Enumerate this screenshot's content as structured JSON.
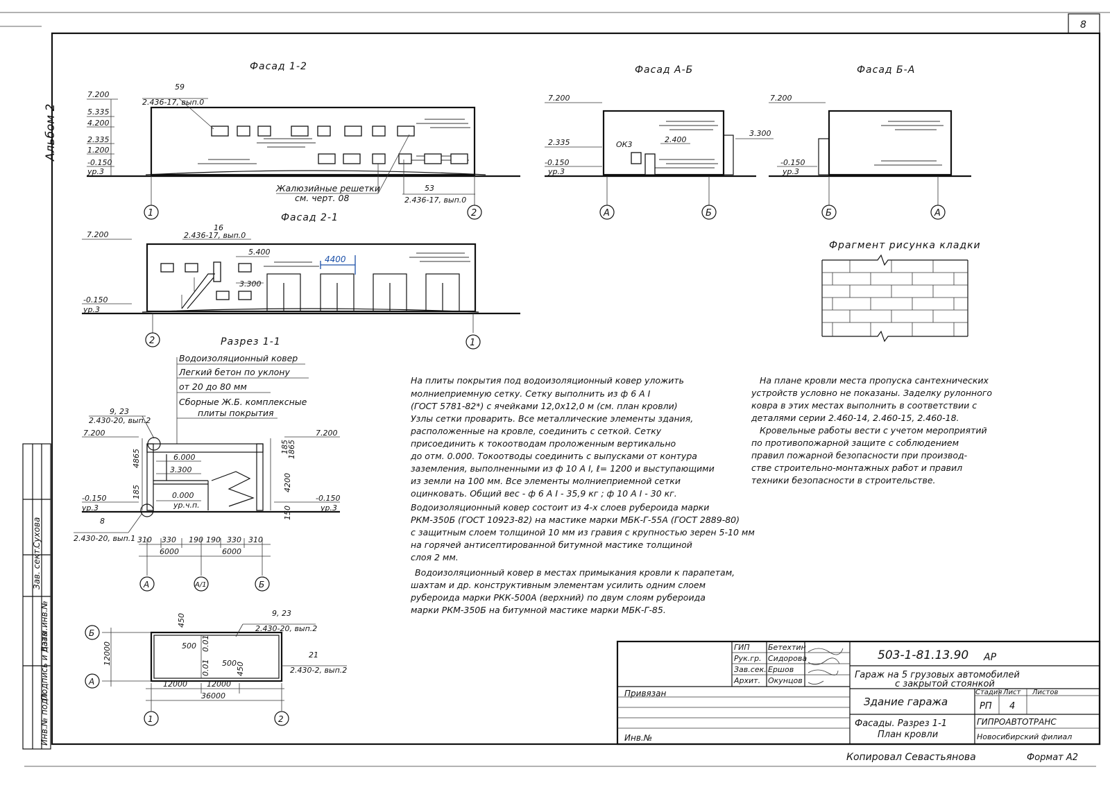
{
  "sheet_number": "8",
  "album_label": "Альбом 2",
  "facades": {
    "f12": {
      "title": "Фасад 1-2",
      "levels": [
        "7.200",
        "5.335",
        "4.200",
        "2.335",
        "1.200",
        "-0.150",
        "ур.3"
      ],
      "top_ref_num": "59",
      "top_ref": "2.436-17, вып.0",
      "bottom_ref_num": "53",
      "bottom_ref": "2.436-17, вып.0",
      "louver_note_1": "Жалюзийные решетки",
      "louver_note_2": "см. черт. 08",
      "axis_left": "1",
      "axis_right": "2"
    },
    "fab": {
      "title": "Фасад А-Б",
      "levels": [
        "7.200",
        "2.335",
        "-0.150",
        "ур.3",
        "3.300",
        "2.400"
      ],
      "window": "ОК3",
      "axis_left": "А",
      "axis_right": "Б"
    },
    "fba": {
      "title": "Фасад Б-А",
      "levels": [
        "7.200",
        "-0.150",
        "ур.3"
      ],
      "axis_left": "Б",
      "axis_right": "А"
    },
    "f21": {
      "title": "Фасад 2-1",
      "levels": [
        "7.200",
        "5.400",
        "3.300",
        "-0.150",
        "ур.3"
      ],
      "ref_num": "16",
      "ref": "2.436-17, вып.0",
      "gate_dim": "4400",
      "axis_left": "2",
      "axis_right": "1"
    }
  },
  "masonry": {
    "title": "Фрагмент рисунка кладки"
  },
  "section": {
    "title": "Разрез 1-1",
    "layers": [
      "Водоизоляционный ковер",
      "Легкий бетон по уклону",
      "от 20 до 80 мм",
      "Сборные Ж.Б. комплексные",
      "плиты покрытия"
    ],
    "node_top_num": "9, 23",
    "node_top_ref": "2.430-20, вып.2",
    "node_bottom_num": "8",
    "node_bottom_ref": "2.430-20, вып.1",
    "levels": [
      "7.200",
      "6.000",
      "3.300",
      "0.000",
      "ур.ч.п.",
      "-0.150",
      "ур.3",
      "7.200",
      "-0.150",
      "ур.3"
    ],
    "vert_dims": [
      "4865",
      "185",
      "185",
      "1865",
      "4200",
      "150"
    ],
    "dims_top": [
      "310",
      "330",
      "190",
      "190",
      "330",
      "310"
    ],
    "dims_bottom": [
      "6000",
      "6000"
    ],
    "axes": [
      "А",
      "А/1",
      "Б"
    ]
  },
  "roof_plan": {
    "node_num": "9, 23",
    "node_ref": "2.430-20, вып.2",
    "side_num": "21",
    "side_ref": "2.430-2, вып.2",
    "dims_inner": [
      "450",
      "500",
      "500",
      "450",
      "0.01",
      "0.01"
    ],
    "dims_bottom": [
      "12000",
      "12000",
      "36000"
    ],
    "dim_side": "12000",
    "axes_rows": [
      "Б",
      "А"
    ],
    "axes_cols": [
      "1",
      "2"
    ]
  },
  "notes_main": [
    "На плиты покрытия под водоизоляционный ковер уложить",
    "молниеприемную сетку. Сетку выполнить из ф 6 А I",
    "(ГОСТ 5781-82*) с ячейками 12,0х12,0 м (см. план кровли)",
    "Узлы сетки проварить. Все металлические элементы здания,",
    "расположенные на кровле, соединить с сеткой. Сетку",
    "присоединить к токоотводам проложенным вертикально",
    "до отм. 0.000. Токоотводы соединить с выпусками от контура",
    "заземления, выполненными из ф 10 А I, ℓ= 1200 и выступающими",
    "из земли на 100 мм. Все элементы молниеприемной сетки",
    "оцинковать. Общий вес - ф 6 А I - 35,9 кг ; ф 10 А I - 30 кг.",
    "Водоизоляционный ковер состоит из 4-х слоев рубероида марки",
    "РКМ-350Б (ГОСТ 10923-82) на мастике марки МБК-Г-55А (ГОСТ 2889-80)",
    "с защитным слоем толщиной 10 мм из гравия с крупностью зерен 5-10 мм",
    "на горячей антисептированной битумной мастике толщиной",
    "слоя 2 мм.",
    "Водоизоляционный ковер в местах примыкания кровли к парапетам,",
    "шахтам и др. конструктивным элементам усилить одним слоем",
    "рубероида марки РКК-500А (верхний) по двум слоям рубероида",
    "марки РКМ-350Б на битумной мастике марки МБК-Г-85."
  ],
  "notes_right": [
    "На плане кровли места пропуска сантехнических",
    "устройств условно не показаны. Заделку рулонного",
    "ковра в этих местах выполнить в соответствии с",
    "деталями серии 2.460-14, 2.460-15, 2.460-18.",
    "Кровельные работы вести с учетом мероприятий",
    "по противопожарной защите с соблюдением",
    "правил пожарной безопасности при производ-",
    "стве строительно-монтажных работ и правил",
    "техники безопасности в строительстве."
  ],
  "left_stamp": {
    "cells": [
      "Инв.№ подл.",
      "Подпись и дата",
      "Взам.инв.№",
      "Зав. сект.",
      "Сухова"
    ]
  },
  "title_block": {
    "code": "503-1-81.13.90",
    "code_suffix": "АР",
    "roles": [
      "ГИП",
      "Рук.гр.",
      "Зав.сек.",
      "Архит."
    ],
    "names": [
      "Бетехтин",
      "Сидорова",
      "Ершов",
      "Окунцов"
    ],
    "project_line1": "Гараж на 5 грузовых автомобилей",
    "project_line2": "с закрытой стоянкой",
    "building": "Здание гаража",
    "sheet_title_1": "Фасады. Разрез 1-1",
    "sheet_title_2": "План кровли",
    "hdr_stage": "Стадия",
    "hdr_sheet": "Лист",
    "hdr_sheets": "Листов",
    "stage": "РП",
    "sheet": "4",
    "org1": "ГИПРОАВТОТРАНС",
    "org2": "Новосибирский филиал",
    "bound": "Привязан",
    "inv": "Инв.№"
  },
  "footer": {
    "copied": "Копировал Севастьянова",
    "format": "Формат А2"
  }
}
